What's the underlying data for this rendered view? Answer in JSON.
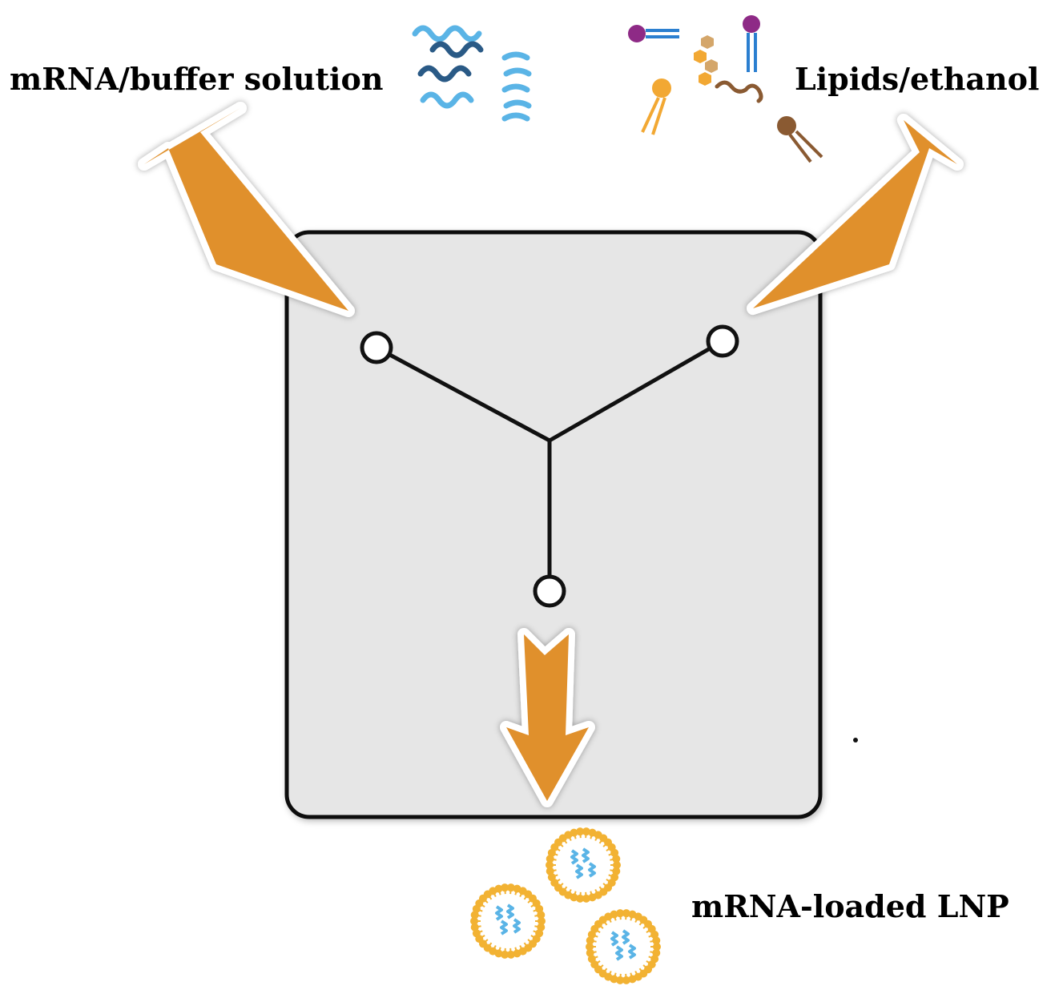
{
  "labels": {
    "input_left": "mRNA/buffer solution",
    "input_right": "Lipids/ethanol",
    "output": "mRNA-loaded LNP"
  },
  "colors": {
    "arrow": "#e0902c",
    "chip_fill": "#e6e6e6",
    "chip_stroke": "#111111",
    "rna_light": "#5ab4e6",
    "rna_dark": "#2a5a86",
    "lipid_purple": "#8e2a86",
    "lipid_blue": "#2b7fd0",
    "lipid_orange": "#f2a833",
    "lipid_brown": "#8a5a32",
    "cholesterol_tan": "#d4a66a",
    "lnp_shell": "#f2b233"
  },
  "icons": {
    "mrna": "rna-helix-icon",
    "lipids": "lipid-molecule-icon",
    "lnp": "lipid-nanoparticle-icon"
  }
}
